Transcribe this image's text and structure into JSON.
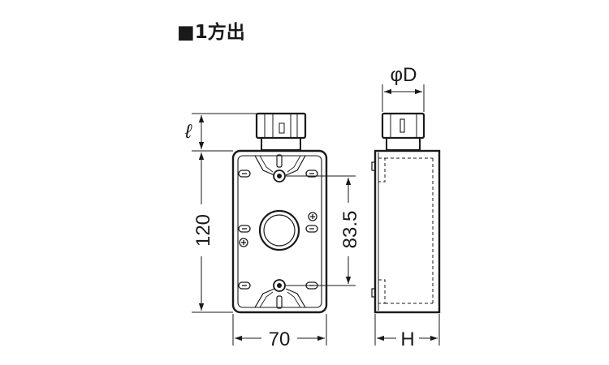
{
  "title": "■1方出",
  "dimensions": {
    "width": "70",
    "height": "120",
    "hole_pitch": "83.5",
    "length": "ℓ",
    "diameter": "φD",
    "depth": "H"
  },
  "icons": [
    "screw-icon",
    "mounting-hole-icon",
    "knockout-hole-icon",
    "hub-icon"
  ]
}
